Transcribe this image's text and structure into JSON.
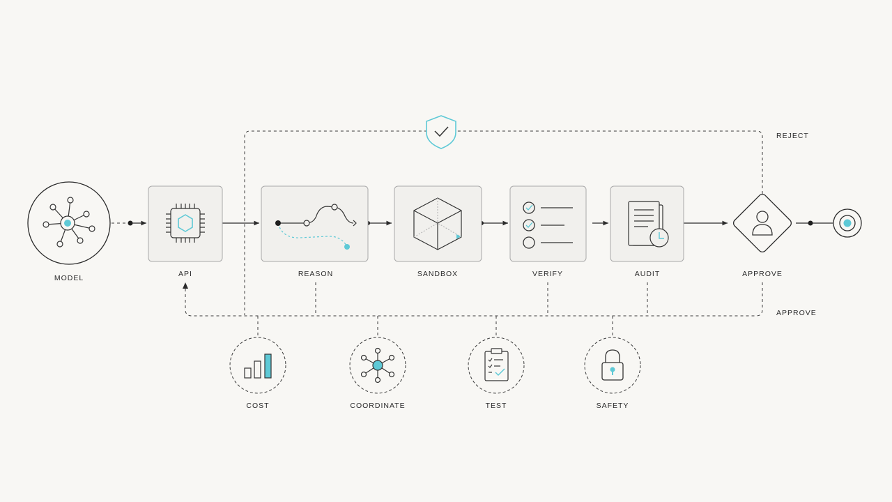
{
  "stages": {
    "model": "MODEL",
    "api": "API",
    "reason": "REASON",
    "sandbox": "SANDBOX",
    "verify": "VERIFY",
    "audit": "AUDIT",
    "approve": "APPROVE"
  },
  "services": {
    "cost": "COST",
    "coordinate": "COORDINATE",
    "test": "TEST",
    "safety": "SAFETY"
  },
  "paths": {
    "reject": "REJECT",
    "approve": "APPROVE"
  },
  "colors": {
    "accent": "#5ec9d6",
    "stroke": "#2b2b2b",
    "box_fill": "#f1f0ed",
    "box_stroke": "#a9a9a9",
    "background": "#f8f7f4"
  },
  "icons": {
    "model": "network-hub-icon",
    "api": "chip-icon",
    "reason": "path-curve-icon",
    "sandbox": "cube-icon",
    "verify": "checklist-icon",
    "audit": "document-clock-icon",
    "approve": "user-diamond-icon",
    "end": "target-icon",
    "guard": "shield-check-icon",
    "cost": "bar-chart-icon",
    "coordinate": "network-icon",
    "test": "clipboard-check-icon",
    "safety": "padlock-icon"
  }
}
